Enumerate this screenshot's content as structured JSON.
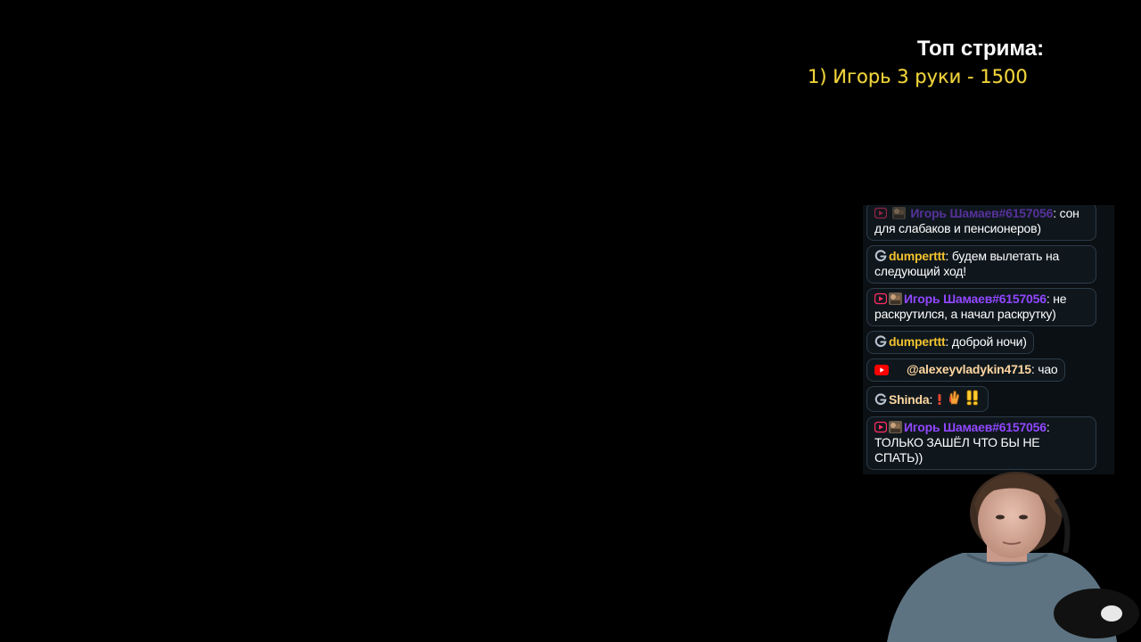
{
  "overlay": {
    "top_title": "Топ стрима:",
    "top_entries": [
      "1) Игорь 3 руки - 1500"
    ]
  },
  "chat": {
    "messages": [
      {
        "source": "youtube",
        "user": "Игорь Шамаев#6157056",
        "separator": ": ",
        "text": "сон для слабаков и пенсионеров)"
      },
      {
        "source": "goodgame",
        "user": "dumperttt",
        "separator": ": ",
        "text": "будем вылетать на следующий ход!"
      },
      {
        "source": "youtube",
        "user": "Игорь Шамаев#6157056",
        "separator": ": ",
        "text": "не раскрутился, а начал раскрутку)"
      },
      {
        "source": "goodgame",
        "user": "dumperttt",
        "separator": ": ",
        "text": "доброй ночи)"
      },
      {
        "source": "youtube",
        "user": "@alexeyvladykin4715",
        "separator": ": ",
        "text": "чао"
      },
      {
        "source": "goodgame",
        "user": "Shinda",
        "separator": ": ",
        "text": ""
      },
      {
        "source": "youtube",
        "user": "Игорь Шамаев#6157056",
        "separator": ":",
        "text": "ТОЛЬКО ЗАШЁЛ ЧТО БЫ НЕ СПАТЬ))"
      }
    ]
  },
  "colors": {
    "background": "#000000",
    "top_title": "#ffffff",
    "top_entry": "#f0d43c",
    "goodgame_user": "#f2c12e",
    "youtube_member_user": "#9147ff",
    "youtube_user": "#ffd6a0",
    "youtube_red": "#ff0000"
  },
  "icons": {
    "goodgame": "goodgame-g-icon",
    "youtube": "youtube-play-icon",
    "member_badge": "member-badge-icon",
    "emotes": [
      "exclamation-emote-icon",
      "hands-emote-icon",
      "double-exclamation-emote-icon"
    ]
  }
}
